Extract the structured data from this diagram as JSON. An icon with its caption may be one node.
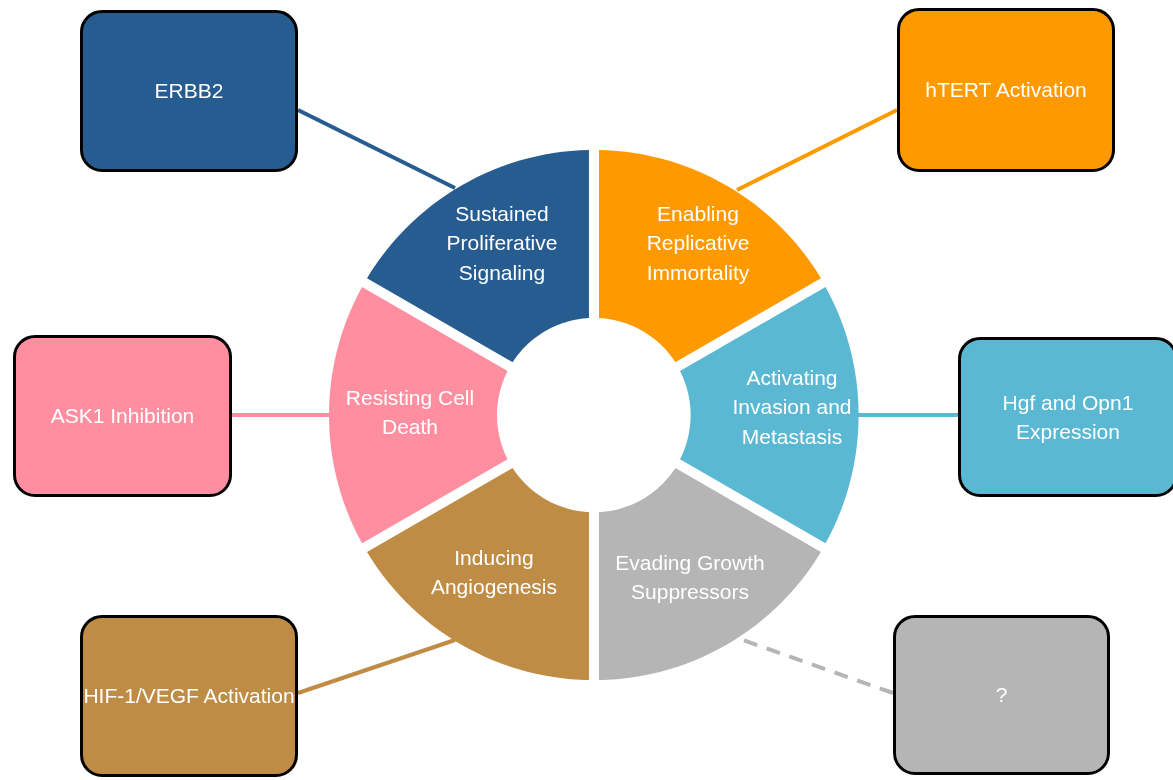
{
  "diagram": {
    "nodes": [
      {
        "text": [
          "ERBB2"
        ]
      },
      {
        "text": [
          "hTERT Activation"
        ]
      },
      {
        "text": [
          "Sustained Proliferative Signaling"
        ]
      },
      {
        "text": [
          "Enabling Replicative Immortality"
        ]
      },
      {
        "text": [
          "ASK1 Inhibition"
        ]
      },
      {
        "text": [
          "Resisting Cell Death"
        ]
      },
      {
        "text": [
          "Activating Invasion and Metastasis"
        ]
      },
      {
        "text": [
          "Hgf and Opn1 Expression"
        ]
      },
      {
        "text": [
          "Inducing Angiogenesis"
        ]
      },
      {
        "text": [
          "Evading Growth Suppressors"
        ]
      },
      {
        "text": [
          "HIF-1/VEGF Activation"
        ]
      },
      {
        "text": [
          "?"
        ]
      }
    ],
    "edges": [
      {
        "from": 0,
        "to": 2,
        "arrow": "none",
        "color": "#265c8f"
      },
      {
        "from": 1,
        "to": 3,
        "arrow": "none",
        "color": "#ff9900"
      },
      {
        "from": 4,
        "to": 5,
        "arrow": "none",
        "color": "#ff8fa0"
      },
      {
        "from": 7,
        "to": 6,
        "arrow": "none",
        "color": "#5ab8d2"
      },
      {
        "from": 10,
        "to": 8,
        "arrow": "none",
        "color": "#bf8c45"
      },
      {
        "from": 11,
        "to": 9,
        "arrow": "none",
        "style": "dashed",
        "color": "#b5b5b5"
      }
    ]
  }
}
